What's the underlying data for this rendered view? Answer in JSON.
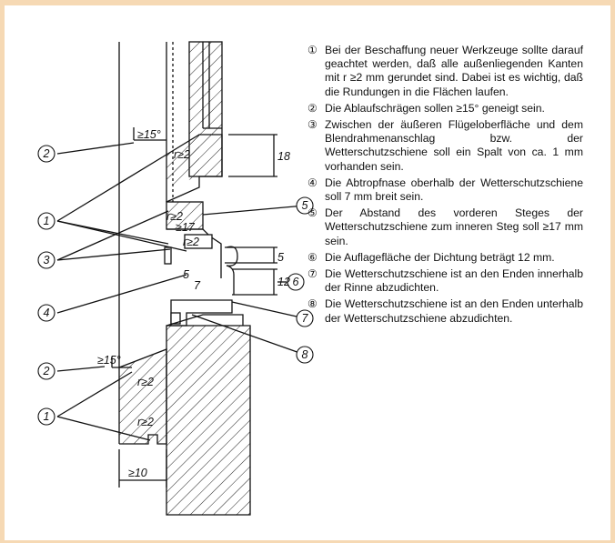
{
  "callouts": [
    "1",
    "2",
    "3",
    "4",
    "5",
    "6",
    "7",
    "8"
  ],
  "dimensions": {
    "angle_top": "≥15°",
    "angle_bottom": "≥15°",
    "r_top": "r≥2",
    "r_mid_1": "r≥2",
    "r_mid_2": "r≥2",
    "r_low_1": "r≥2",
    "r_low_2": "r≥2",
    "gap_17": "≥17",
    "dim_18": "18",
    "dim_5_right": "5",
    "dim_5_left": "5",
    "dim_7": "7",
    "dim_12": "12",
    "dim_10": "≥10"
  },
  "notes": [
    {
      "num": "①",
      "text": "Bei der Beschaffung neuer Werkzeuge sollte darauf geachtet werden, daß alle außenliegenden Kanten mit r ≥2 mm gerundet sind. Dabei ist es wichtig, daß die Rundungen in die Flächen laufen."
    },
    {
      "num": "②",
      "text": "Die Ablaufschrägen sollen ≥15° geneigt sein."
    },
    {
      "num": "③",
      "text": "Zwischen der äußeren Flügeloberfläche und dem Blendrahmenanschlag bzw. der Wetterschutzschiene soll ein Spalt von ca. 1 mm vorhanden sein."
    },
    {
      "num": "④",
      "text": "Die Abtropfnase oberhalb der Wetterschutzschiene soll 7 mm breit sein."
    },
    {
      "num": "⑤",
      "text": "Der Abstand des vorderen Steges der Wetterschutzschiene zum inneren Steg soll ≥17 mm sein."
    },
    {
      "num": "⑥",
      "text": "Die Auflagefläche der Dichtung beträgt 12 mm."
    },
    {
      "num": "⑦",
      "text": "Die Wetterschutzschiene ist an den Enden innerhalb der Rinne abzudichten."
    },
    {
      "num": "⑧",
      "text": "Die Wetterschutzschiene ist an den Enden unterhalb der Wetterschutzschiene abzudichten."
    }
  ]
}
